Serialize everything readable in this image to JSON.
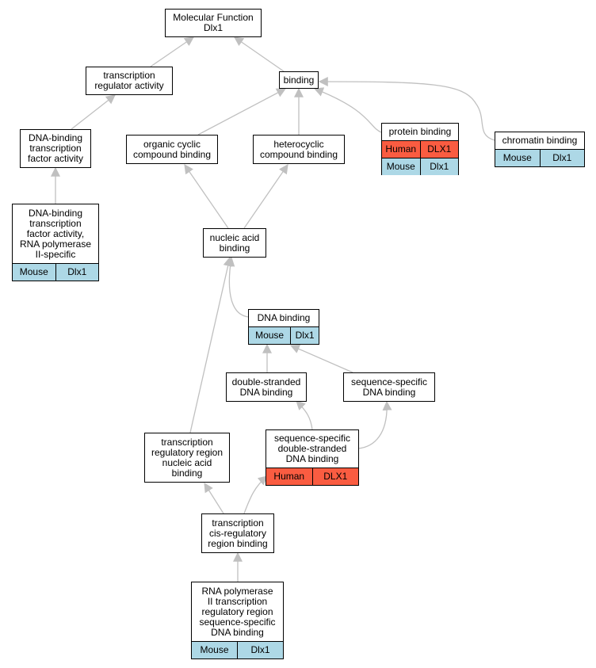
{
  "colors": {
    "mouse": "#add8e6",
    "human": "#fa5c41",
    "edge": "#c0c0c0"
  },
  "nodes": {
    "molecular_function": {
      "label": "Molecular Function\nDlx1"
    },
    "transcription_regulator_activity": {
      "label": "transcription\nregulator activity"
    },
    "binding": {
      "label": "binding"
    },
    "dna_binding_tf_activity": {
      "label": "DNA-binding\ntranscription\nfactor activity"
    },
    "organic_cyclic_compound_binding": {
      "label": "organic cyclic\ncompound binding"
    },
    "heterocyclic_compound_binding": {
      "label": "heterocyclic\ncompound binding"
    },
    "protein_binding": {
      "label": "protein binding",
      "annotations": [
        {
          "species": "Human",
          "gene": "DLX1"
        },
        {
          "species": "Mouse",
          "gene": "Dlx1"
        }
      ]
    },
    "chromatin_binding": {
      "label": "chromatin binding",
      "annotations": [
        {
          "species": "Mouse",
          "gene": "Dlx1"
        }
      ]
    },
    "dna_binding_tf_activity_pol2": {
      "label": "DNA-binding\ntranscription\nfactor activity,\nRNA polymerase\nII-specific",
      "annotations": [
        {
          "species": "Mouse",
          "gene": "Dlx1"
        }
      ]
    },
    "nucleic_acid_binding": {
      "label": "nucleic acid\nbinding"
    },
    "dna_binding": {
      "label": "DNA binding",
      "annotations": [
        {
          "species": "Mouse",
          "gene": "Dlx1"
        }
      ]
    },
    "double_stranded_dna_binding": {
      "label": "double-stranded\nDNA binding"
    },
    "sequence_specific_dna_binding": {
      "label": "sequence-specific\nDNA binding"
    },
    "seq_specific_ds_dna_binding": {
      "label": "sequence-specific\ndouble-stranded\nDNA binding",
      "annotations": [
        {
          "species": "Human",
          "gene": "DLX1"
        }
      ]
    },
    "transcription_regulatory_region_binding": {
      "label": "transcription\nregulatory region\nnucleic acid\nbinding"
    },
    "cis_regulatory_region_binding": {
      "label": "transcription\ncis-regulatory\nregion binding"
    },
    "pol2_regulatory_region_binding": {
      "label": "RNA polymerase\nII transcription\nregulatory region\nsequence-specific\nDNA binding",
      "annotations": [
        {
          "species": "Mouse",
          "gene": "Dlx1"
        }
      ]
    }
  }
}
